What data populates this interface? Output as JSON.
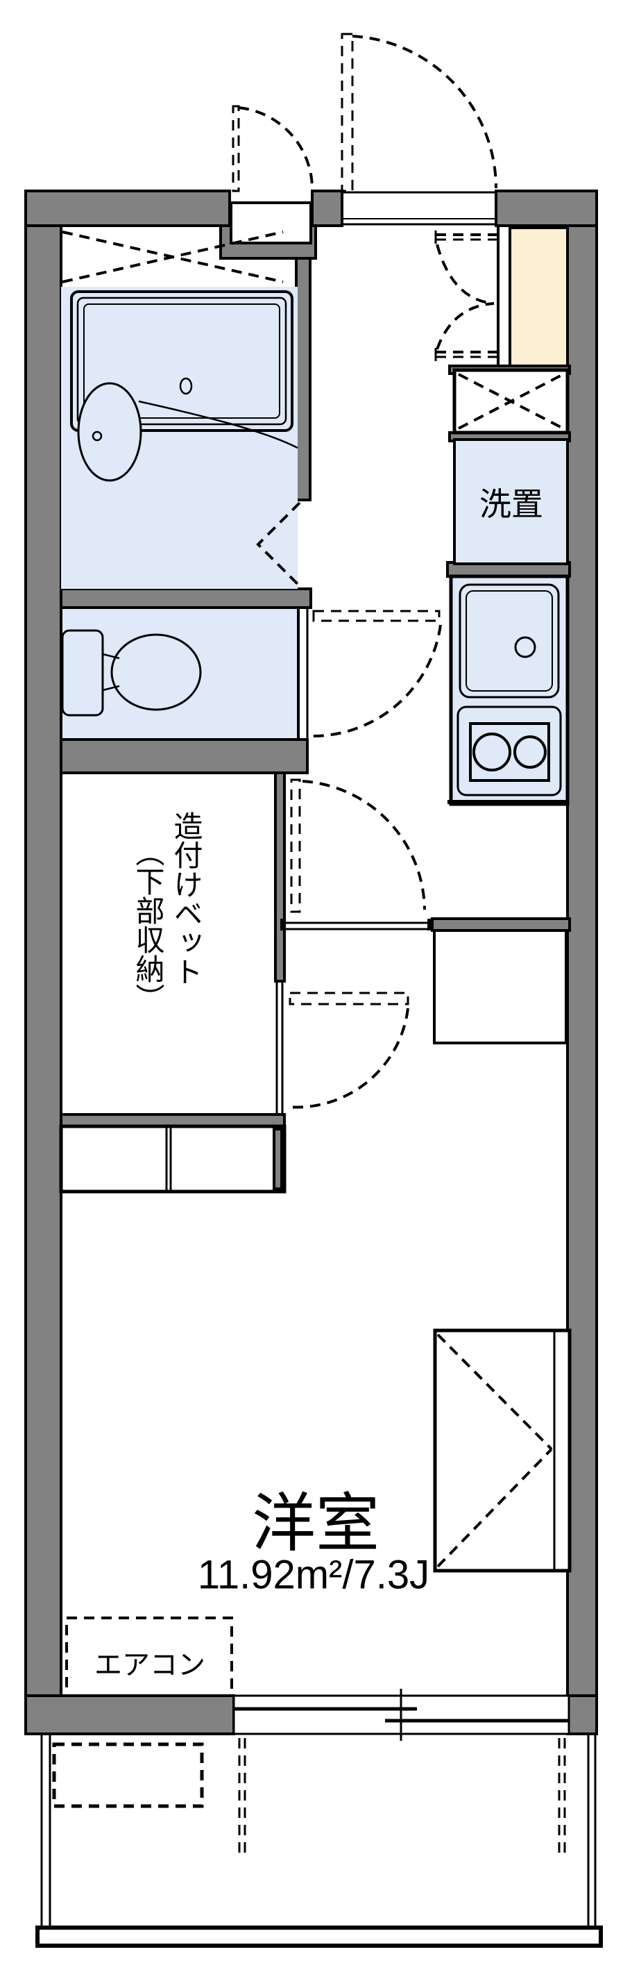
{
  "floorplan": {
    "labels": {
      "washer_space": "洗置",
      "bed_line1": "造付けベット",
      "bed_line2": "（下部収納）",
      "room_name": "洋室",
      "room_size": "11.92m²/7.3J",
      "aircon": "エアコン"
    },
    "colors": {
      "wall_gray": "#828282",
      "fixture_blue": "#dfe9f8",
      "entry_beige": "#fcefd4",
      "line_black": "#000000",
      "background": "#ffffff"
    }
  }
}
